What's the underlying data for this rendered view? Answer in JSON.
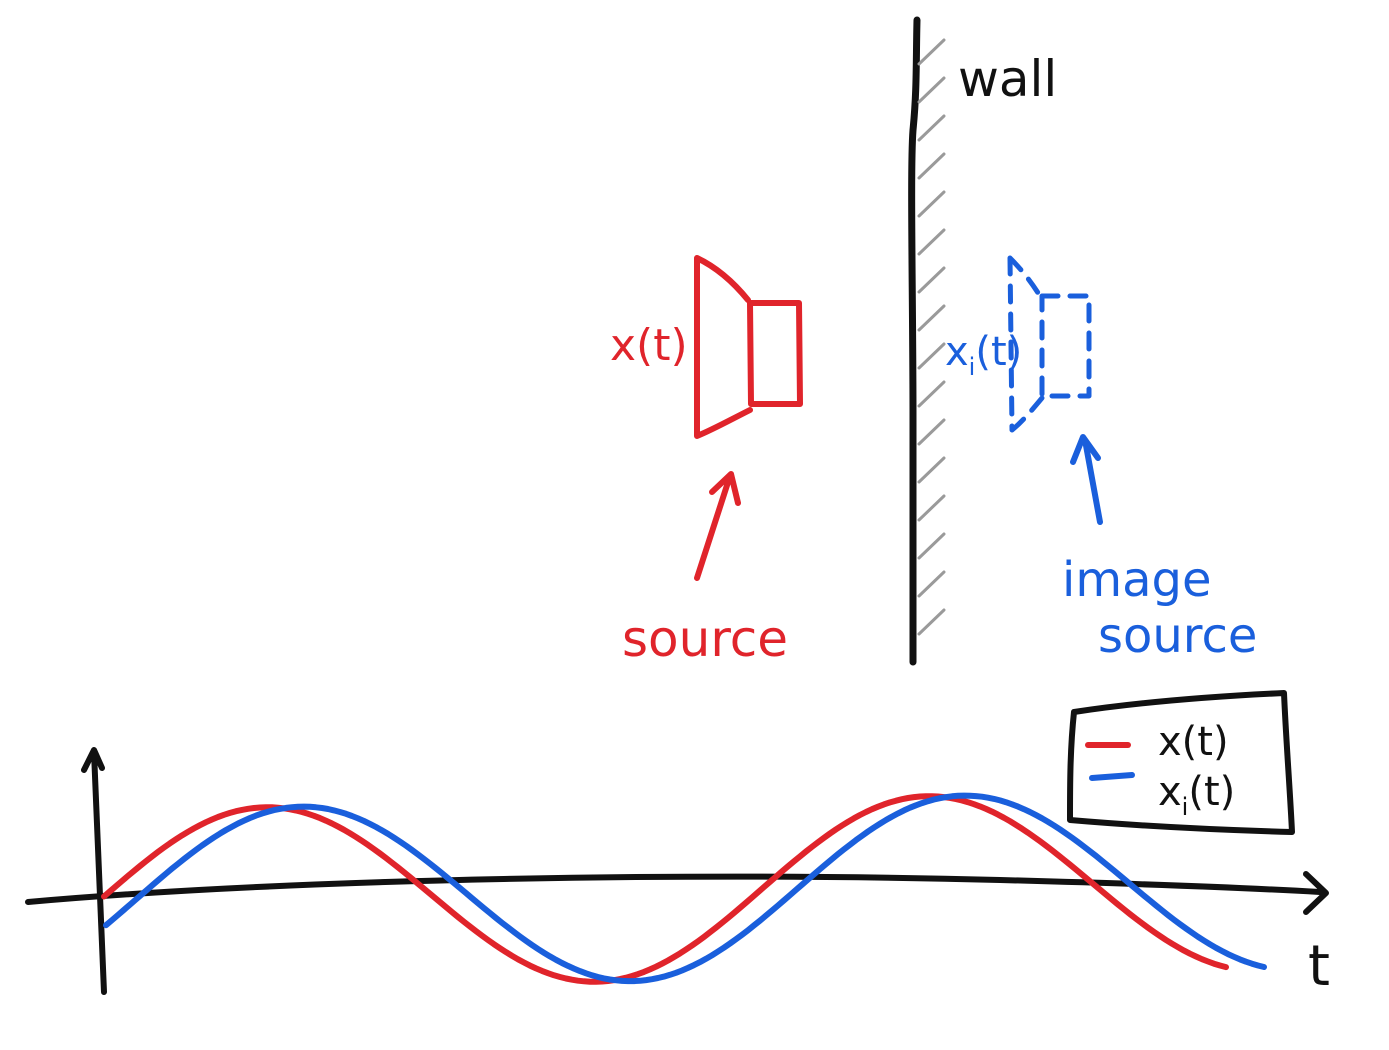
{
  "colors": {
    "ink": "#111111",
    "source": "#e0242b",
    "image_source": "#1a5fdc",
    "hatch": "#9a9a9a"
  },
  "wall": {
    "label": "wall"
  },
  "source": {
    "signal_label": "x(t)",
    "caption": "source"
  },
  "image_source": {
    "signal_label": "x_i(t)",
    "signal_label_main": "x",
    "signal_label_sub": "i",
    "signal_label_tail": "(t)",
    "caption_line1": "image",
    "caption_line2": "source"
  },
  "plot": {
    "x_axis_label": "t",
    "legend": [
      {
        "label": "x(t)",
        "main": "x",
        "sub": "",
        "tail": "(t)",
        "color_key": "source"
      },
      {
        "label": "x_i(t)",
        "main": "x",
        "sub": "i",
        "tail": "(t)",
        "color_key": "image_source"
      }
    ]
  }
}
